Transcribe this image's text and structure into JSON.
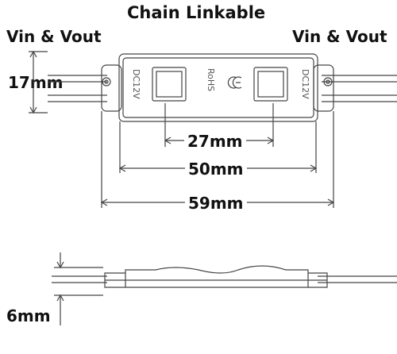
{
  "title": "Chain Linkable",
  "wire_left_label": "Vin & Vout",
  "wire_right_label": "Vin & Vout",
  "height_label": "17mm",
  "thickness_label": "6mm",
  "dimensions": {
    "led_spacing": "27mm",
    "housing_length": "50mm",
    "overall_length": "59mm"
  },
  "module_markings": {
    "voltage_left": "DC12V",
    "voltage_right": "DC12V",
    "rohs": "RoHS",
    "ce": "CE"
  }
}
